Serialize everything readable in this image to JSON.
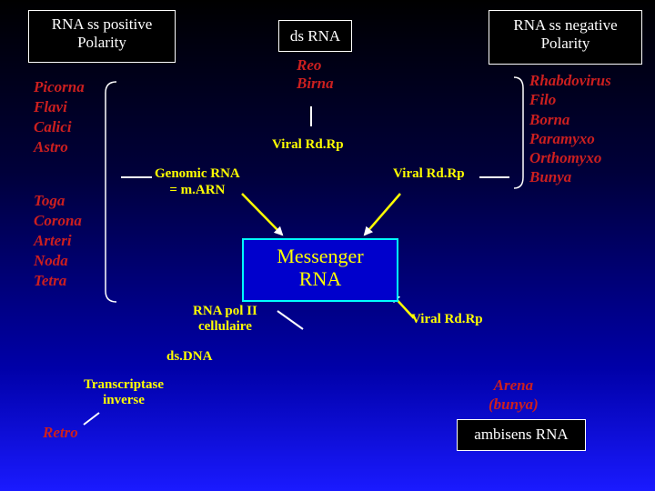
{
  "nodes": {
    "rna_ss_positive": "RNA ss positive\nPolarity",
    "ds_rna": "ds RNA",
    "rna_ss_negative": "RNA ss negative\nPolarity",
    "messenger_rna": "Messenger\nRNA",
    "ambisens_rna": "ambisens RNA"
  },
  "virus_groups": {
    "reo_birna": "Reo\nBirna",
    "picorna_group": "Picorna\nFlavi\nCalici\nAstro",
    "toga_group": "Toga\nCorona\nArteri\nNoda\nTetra",
    "rhabdo_group": "Rhabdovirus\nFilo\nBorna\nParamyxo\nOrthomyxo\nBunya",
    "retro": "Retro",
    "arena": "Arena\n(bunya)"
  },
  "labels": {
    "viral_rdrp_center": "Viral Rd.Rp",
    "viral_rdrp_right": "Viral Rd.Rp",
    "viral_rdrp_lower": "Viral Rd.Rp",
    "genomic_rna": "Genomic RNA\n= m.ARN",
    "rna_pol_ii": "RNA pol II\ncellulaire",
    "ds_dna": "ds.DNA",
    "transcriptase": "Transcriptase\ninverse"
  },
  "colors": {
    "background_top": "#000000",
    "background_bottom": "#1a1aff",
    "label_yellow": "#ffff00",
    "virus_red": "#cc1f1f",
    "box_fill": "#000000",
    "box_border": "#ffffff",
    "messenger_border": "#00ffff"
  }
}
